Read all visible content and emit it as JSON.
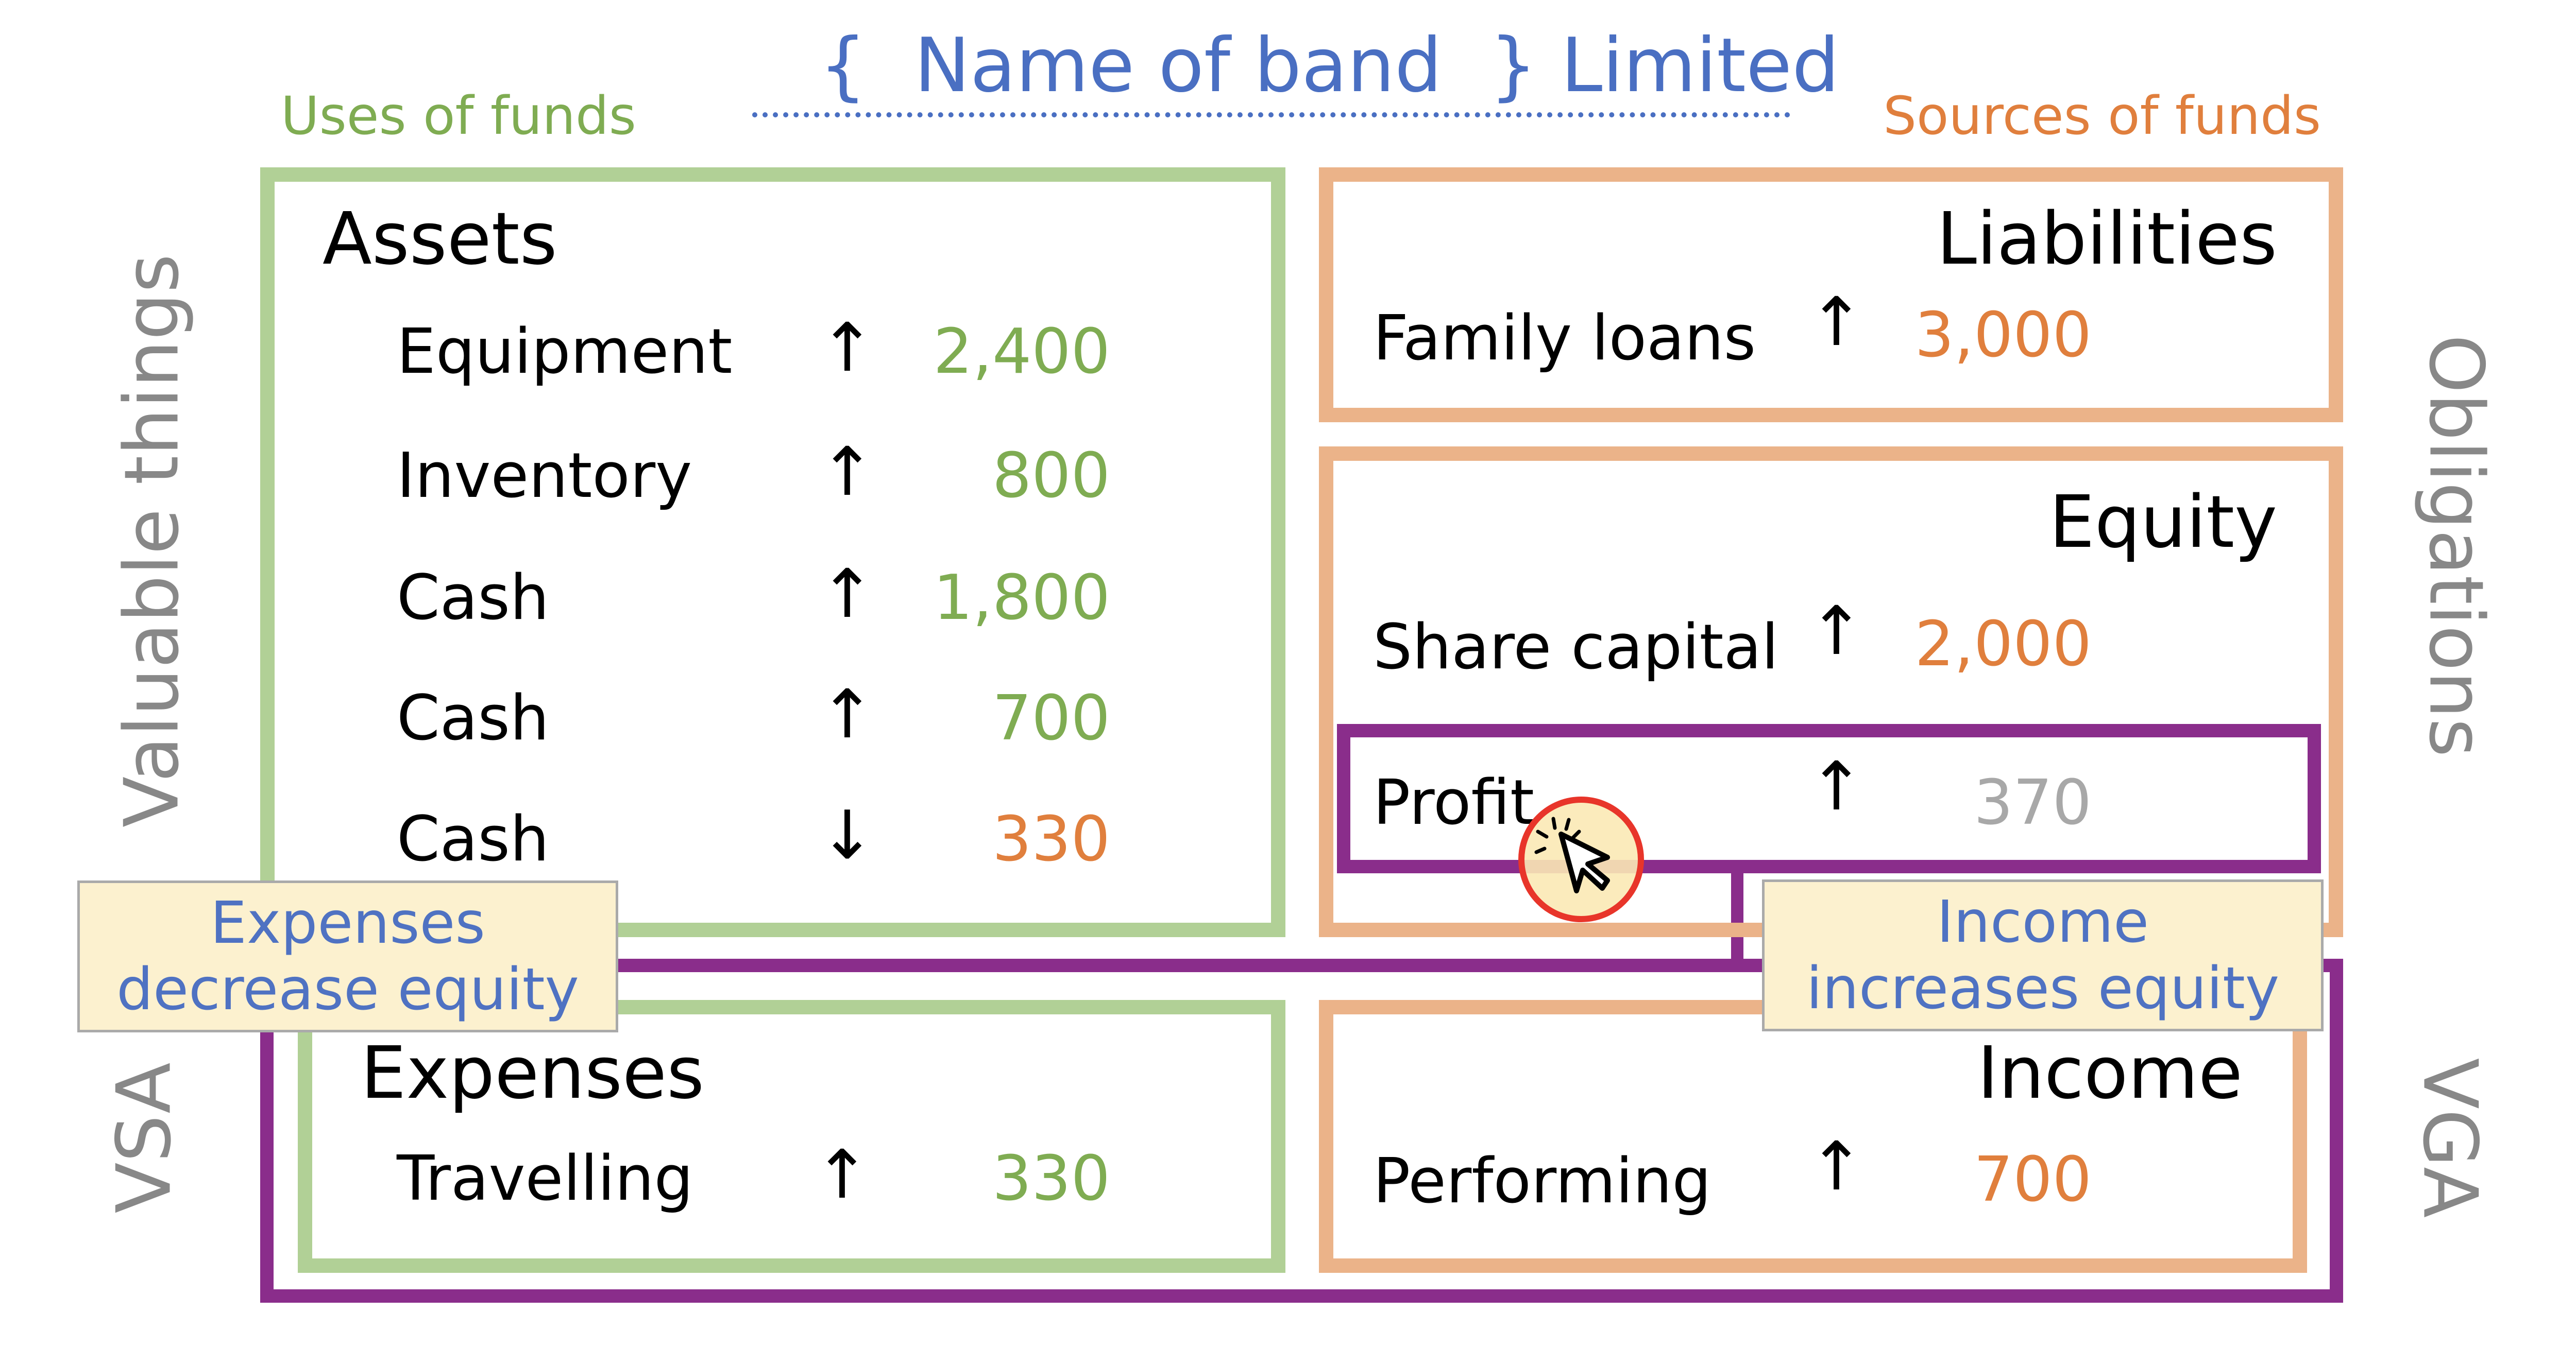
{
  "title": {
    "open_brace": "{",
    "band_name": "Name of band",
    "close_brace": "}",
    "suffix": "Limited"
  },
  "uses_of_funds": "Uses of funds",
  "sources_of_funds": "Sources of funds",
  "side_labels": {
    "left_top": "Valuable things",
    "left_bottom": "VSA",
    "right_top": "Obligations",
    "right_bottom": "VGA"
  },
  "assets": {
    "heading": "Assets",
    "rows": [
      {
        "label": "Equipment",
        "arrow": "↑",
        "value": "2,400"
      },
      {
        "label": "Inventory",
        "arrow": "↑",
        "value": "800"
      },
      {
        "label": "Cash",
        "arrow": "↑",
        "value": "1,800"
      },
      {
        "label": "Cash",
        "arrow": "↑",
        "value": "700"
      },
      {
        "label": "Cash",
        "arrow": "↓",
        "value": "330"
      }
    ]
  },
  "liabilities": {
    "heading": "Liabilities",
    "rows": [
      {
        "label": "Family loans",
        "arrow": "↑",
        "value": "3,000"
      }
    ]
  },
  "equity": {
    "heading": "Equity",
    "rows": [
      {
        "label": "Share capital",
        "arrow": "↑",
        "value": "2,000"
      },
      {
        "label": "Profit",
        "arrow": "↑",
        "value": "370"
      }
    ]
  },
  "expenses": {
    "heading": "Expenses",
    "rows": [
      {
        "label": "Travelling",
        "arrow": "↑",
        "value": "330"
      }
    ]
  },
  "income": {
    "heading": "Income",
    "rows": [
      {
        "label": "Performing",
        "arrow": "↑",
        "value": "700"
      }
    ]
  },
  "notes": {
    "expenses_note": [
      "Expenses",
      "decrease equity"
    ],
    "income_note": [
      "Income",
      "increases equity"
    ]
  },
  "colors": {
    "green": "#b1d096",
    "orange": "#ebb389",
    "purple": "#8a2d8b",
    "note_text": "#4f72c2",
    "note_bg": "#fcf1cf"
  }
}
